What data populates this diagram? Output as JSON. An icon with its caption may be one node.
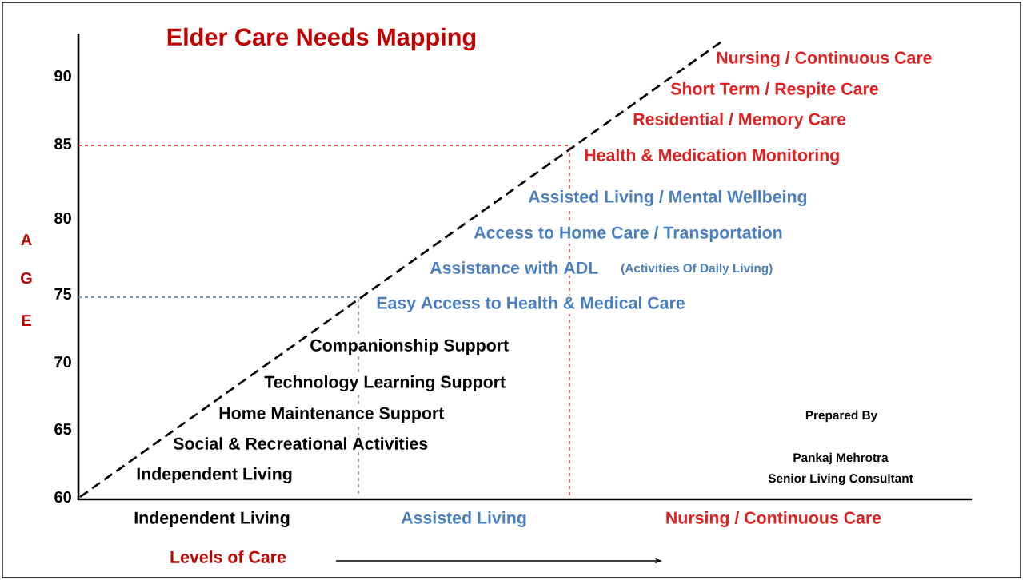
{
  "diagram": {
    "title": "Elder Care Needs Mapping",
    "labels": [
      "90",
      "Nursing / Continuous Care",
      "Short Term / Respite Care",
      "Residential / Memory Care",
      "85",
      "Health & Medication Monitoring",
      "Assisted Living / Mental Wellbeing",
      "80",
      "A",
      "Access to Home Care / Transportation",
      "Assistance with ADL",
      "(Activities Of Daily Living)",
      "G",
      "75",
      "E",
      "Easy Access to Health & Medical Care",
      "70",
      "Companionship Support",
      "Technology Learning Support",
      "65",
      "Home Maintenance Support",
      "Prepared By",
      "Social & Recreational Activities",
      "Pankaj Mehrotra",
      "Independent Living",
      "Senior Living Consultant",
      "60",
      "Independent Living",
      "Assisted Living",
      "Nursing / Continuous Care",
      "Levels of Care"
    ]
  }
}
